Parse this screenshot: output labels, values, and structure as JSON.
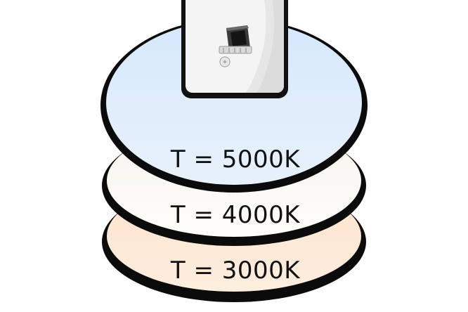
{
  "panels": [
    {
      "id": "warm",
      "label": "T = 3000K",
      "fill": "#fde8d6",
      "stroke": "#0b0b0b"
    },
    {
      "id": "neutral",
      "label": "T = 4000K",
      "fill": "#fbf7ee",
      "stroke": "#0b0b0b"
    },
    {
      "id": "cool",
      "label": "T = 5000K",
      "fill": "#dbebfa",
      "stroke": "#0b0b0b"
    }
  ],
  "colors": {
    "background": "#ffffff",
    "outline": "#0b0b0b",
    "inset_frame": "#111111",
    "inset_surface": "#f3f3f3"
  },
  "icons": {
    "inset_detail": "ceiling-mount-connector-icon"
  }
}
